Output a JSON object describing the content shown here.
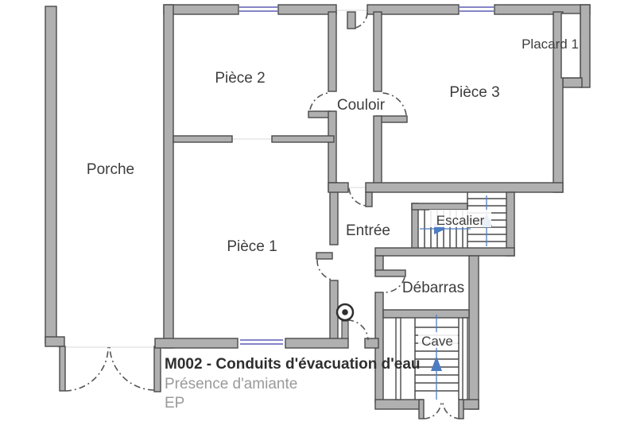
{
  "plan": {
    "rooms": {
      "porche": {
        "label": "Porche"
      },
      "piece1": {
        "label": "Pièce 1"
      },
      "piece2": {
        "label": "Pièce 2"
      },
      "piece3": {
        "label": "Pièce 3"
      },
      "couloir": {
        "label": "Couloir"
      },
      "entree": {
        "label": "Entrée"
      },
      "escalier": {
        "label": "Escalier"
      },
      "debarras": {
        "label": "Débarras"
      },
      "cave": {
        "label": "Cave"
      },
      "placard1": {
        "label": "Placard 1"
      }
    },
    "annotation": {
      "title": "M002 - Conduits d'évacuation d'eau",
      "line2": "Présence d'amiante",
      "line3": "EP"
    },
    "colors": {
      "wall_fill": "#b0b0b0",
      "wall_stroke": "#4a4a4a",
      "stair_arrow_blue": "#4d7cc1",
      "window_blue": "#8585c8",
      "label_gray": "#3d3d3d",
      "annotation_gray": "#9a9a9a"
    },
    "symbols": {
      "conduit_marker": "double-circle"
    }
  }
}
